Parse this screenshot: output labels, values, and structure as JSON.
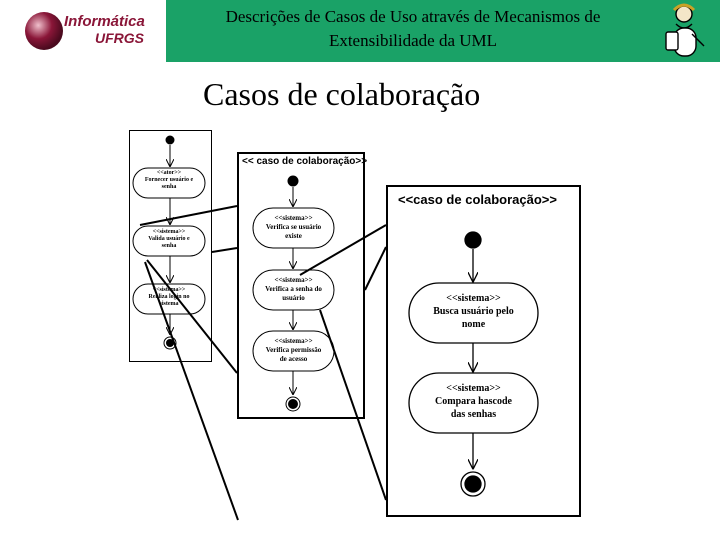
{
  "header": {
    "title_line1": "Descrições de Casos de Uso através de Mecanismos de",
    "title_line2": "Extensibilidade da UML",
    "logo_name": "Informática",
    "logo_sub": "UFRGS"
  },
  "heading": "Casos de colaboração",
  "diagram_large": {
    "frame_label": "<<caso de colaboração>>",
    "activities": [
      {
        "stereotype": "<<sistema>>",
        "line1": "Busca usuário pelo",
        "line2": "nome"
      },
      {
        "stereotype": "<<sistema>>",
        "line1": "Compara hascode",
        "line2": "das senhas"
      }
    ]
  },
  "diagram_medium": {
    "frame_label": "<< caso de colaboração>>",
    "activities": [
      {
        "stereotype": "<<sistema>>",
        "line1": "Verifica se usuário",
        "line2": "existe"
      },
      {
        "stereotype": "<<sistema>>",
        "line1": "Verifica a senha do",
        "line2": "usuário"
      },
      {
        "stereotype": "<<sistema>>",
        "line1": "Verifica permissão",
        "line2": "de acesso"
      }
    ]
  },
  "diagram_small": {
    "activities": [
      {
        "stereotype": "<<ator>>",
        "line1": "Fornecer usuário e",
        "line2": "senha"
      },
      {
        "stereotype": "<<sistema>>",
        "line1": "Valida usuário e",
        "line2": "senha"
      },
      {
        "stereotype": "<<sistema>>",
        "line1": "Realiza login no",
        "line2": "sistema"
      }
    ]
  },
  "colors": {
    "band": "#1aa267",
    "logo": "#8a1638"
  }
}
